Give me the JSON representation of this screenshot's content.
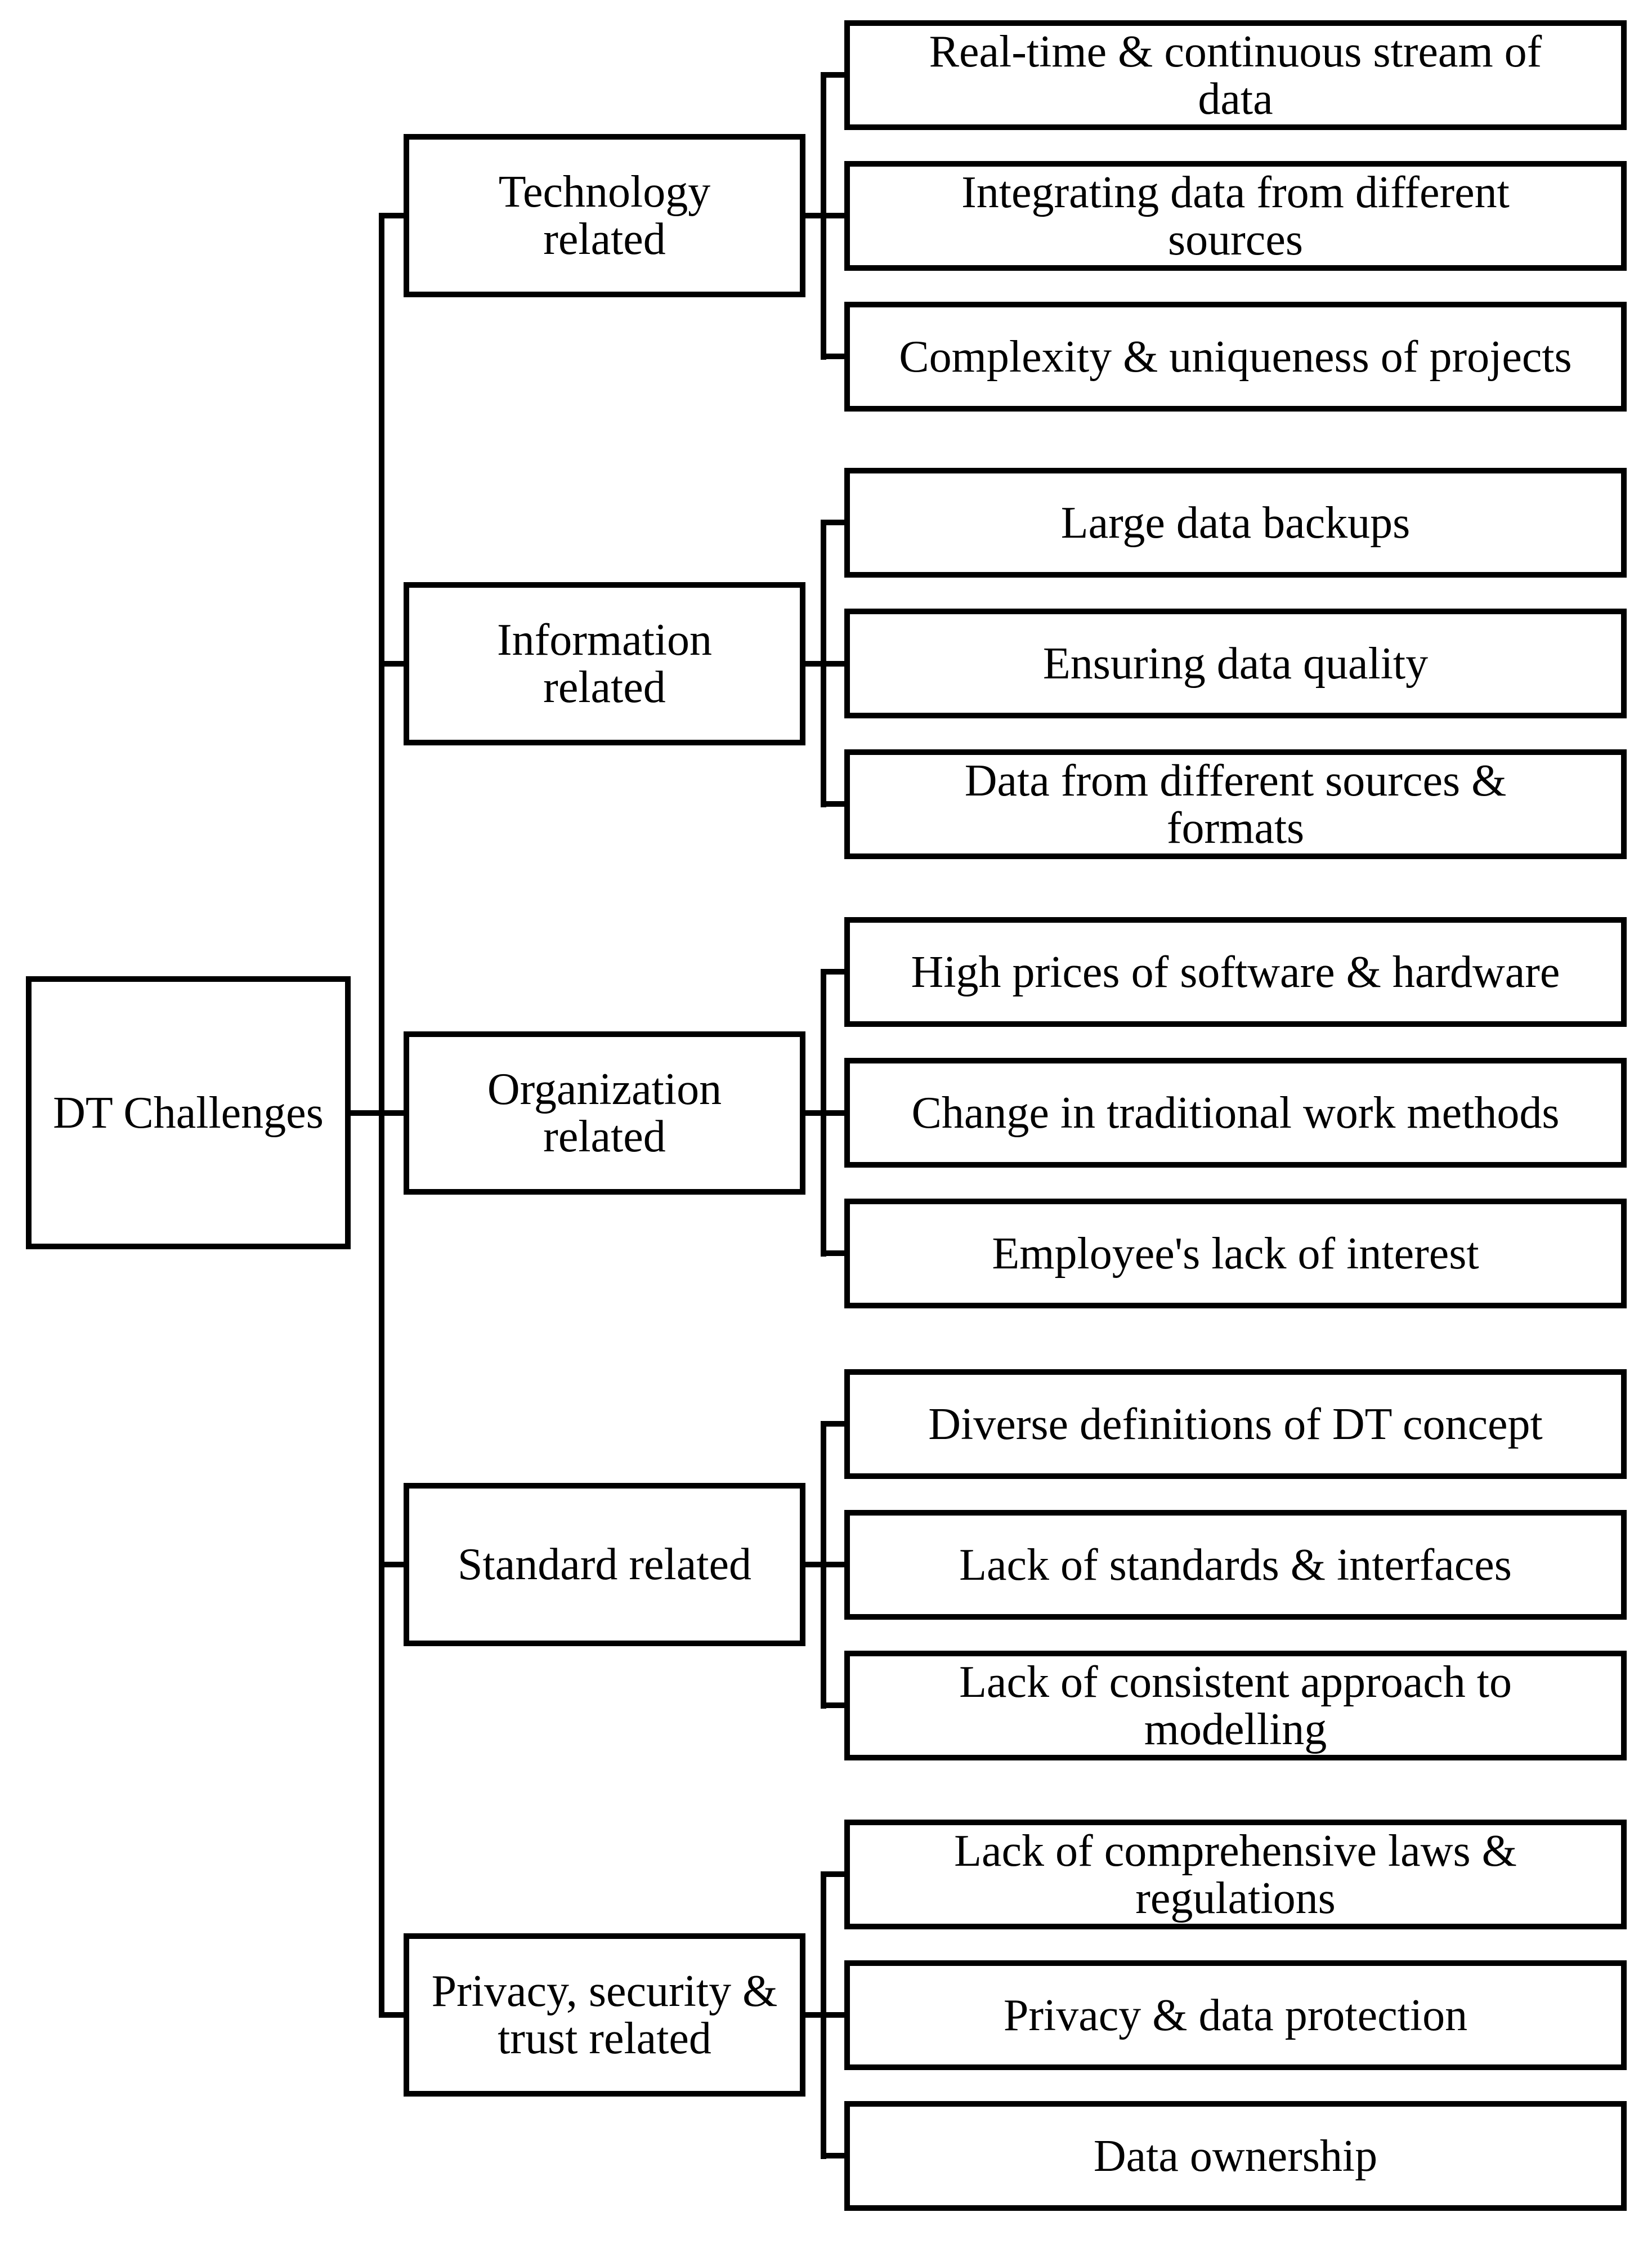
{
  "diagram": {
    "root": "DT Challenges",
    "groups": [
      {
        "category": "Technology\nrelated",
        "items": [
          "Real-time & continuous stream of\ndata",
          "Integrating data from different\nsources",
          "Complexity & uniqueness of projects"
        ]
      },
      {
        "category": "Information\nrelated",
        "items": [
          "Large data backups",
          "Ensuring data quality",
          "Data from different sources &\nformats"
        ]
      },
      {
        "category": "Organization\nrelated",
        "items": [
          "High prices of software & hardware",
          "Change in traditional work methods",
          "Employee's lack of interest"
        ]
      },
      {
        "category": "Standard related",
        "items": [
          "Diverse definitions of DT concept",
          "Lack of standards & interfaces",
          "Lack of consistent approach to\nmodelling"
        ]
      },
      {
        "category": "Privacy, security &\ntrust related",
        "items": [
          "Lack of comprehensive laws &\nregulations",
          "Privacy & data protection",
          "Data ownership"
        ]
      }
    ],
    "colors": {
      "line": "#000000",
      "box_fill": "#ffffff",
      "text": "#000000",
      "background": "#ffffff"
    }
  }
}
